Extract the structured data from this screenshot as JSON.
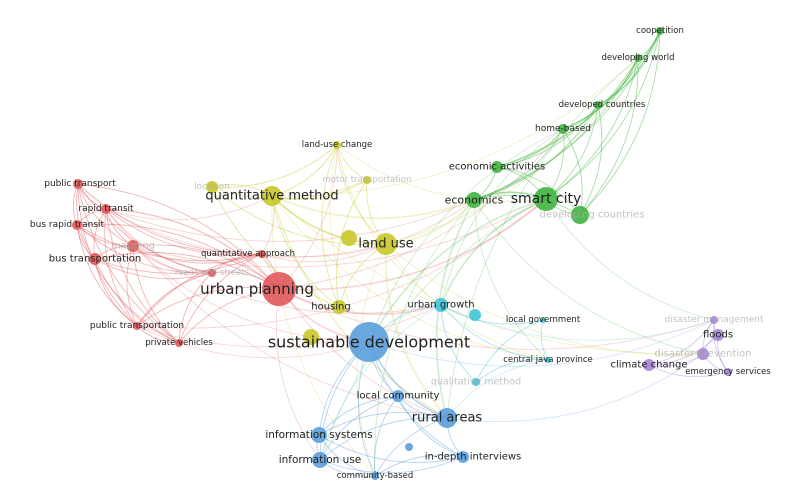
{
  "network": {
    "clusters": {
      "red": "#e0595a",
      "yellow": "#c8c82a",
      "green": "#3fb43f",
      "cyan": "#40c4d8",
      "blue": "#5b9fdc",
      "purple": "#a985d8"
    },
    "nodes": [
      {
        "label": "urban planning",
        "cluster": "red"
      },
      {
        "label": "public transport",
        "cluster": "red"
      },
      {
        "label": "rapid transit",
        "cluster": "red"
      },
      {
        "label": "bus rapid transit",
        "cluster": "red"
      },
      {
        "label": "mapping",
        "cluster": "red",
        "faint": true
      },
      {
        "label": "bus transportation",
        "cluster": "red"
      },
      {
        "label": "quantitative approach",
        "cluster": "red"
      },
      {
        "label": "roads and streets",
        "cluster": "red",
        "faint": true
      },
      {
        "label": "public transportation",
        "cluster": "red"
      },
      {
        "label": "private vehicles",
        "cluster": "red"
      },
      {
        "label": "quantitative method",
        "cluster": "yellow"
      },
      {
        "label": "location",
        "cluster": "yellow",
        "faint": true
      },
      {
        "label": "land-use change",
        "cluster": "yellow"
      },
      {
        "label": "motor transportation",
        "cluster": "yellow",
        "faint": true
      },
      {
        "label": "land use",
        "cluster": "yellow"
      },
      {
        "label": "housing",
        "cluster": "yellow"
      },
      {
        "label": "smart city",
        "cluster": "green"
      },
      {
        "label": "developing countries",
        "cluster": "green",
        "faint": true
      },
      {
        "label": "economics",
        "cluster": "green"
      },
      {
        "label": "economic activities",
        "cluster": "green"
      },
      {
        "label": "home-based",
        "cluster": "green"
      },
      {
        "label": "developed countries",
        "cluster": "green"
      },
      {
        "label": "developing world",
        "cluster": "green"
      },
      {
        "label": "coopetition",
        "cluster": "green"
      },
      {
        "label": "urban growth",
        "cluster": "cyan"
      },
      {
        "label": "local government",
        "cluster": "cyan"
      },
      {
        "label": "central java province",
        "cluster": "cyan"
      },
      {
        "label": "qualitative method",
        "cluster": "cyan",
        "faint": true
      },
      {
        "label": "sustainable development",
        "cluster": "blue"
      },
      {
        "label": "local community",
        "cluster": "blue"
      },
      {
        "label": "rural areas",
        "cluster": "blue"
      },
      {
        "label": "information systems",
        "cluster": "blue"
      },
      {
        "label": "information use",
        "cluster": "blue"
      },
      {
        "label": "in-depth interviews",
        "cluster": "blue"
      },
      {
        "label": "community-based",
        "cluster": "blue"
      },
      {
        "label": "climate change",
        "cluster": "purple"
      },
      {
        "label": "disaster management",
        "cluster": "purple",
        "faint": true
      },
      {
        "label": "floods",
        "cluster": "purple"
      },
      {
        "label": "disaster prevention",
        "cluster": "purple",
        "faint": true
      },
      {
        "label": "emergency services",
        "cluster": "purple"
      }
    ]
  }
}
